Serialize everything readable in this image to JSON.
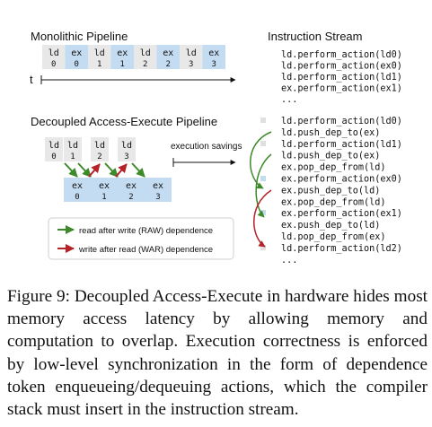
{
  "monolithic": {
    "title": "Monolithic Pipeline",
    "time_label": "t",
    "cells": [
      {
        "op": "ld",
        "idx": "0"
      },
      {
        "op": "ex",
        "idx": "0"
      },
      {
        "op": "ld",
        "idx": "1"
      },
      {
        "op": "ex",
        "idx": "1"
      },
      {
        "op": "ld",
        "idx": "2"
      },
      {
        "op": "ex",
        "idx": "2"
      },
      {
        "op": "ld",
        "idx": "3"
      },
      {
        "op": "ex",
        "idx": "3"
      }
    ]
  },
  "decoupled": {
    "title": "Decoupled Access-Execute Pipeline",
    "savings_label": "execution savings",
    "ld_cells": [
      {
        "op": "ld",
        "idx": "0"
      },
      {
        "op": "ld",
        "idx": "1"
      },
      {
        "op": "ld",
        "idx": "2"
      },
      {
        "op": "ld",
        "idx": "3"
      }
    ],
    "ex_cells": [
      {
        "op": "ex",
        "idx": "0"
      },
      {
        "op": "ex",
        "idx": "1"
      },
      {
        "op": "ex",
        "idx": "2"
      },
      {
        "op": "ex",
        "idx": "3"
      }
    ]
  },
  "legend": {
    "raw": "read after write (RAW) dependence",
    "war": "write after read (WAR) dependence"
  },
  "stream": {
    "title": "Instruction Stream",
    "top": [
      "ld.perform_action(ld0)",
      "ld.perform_action(ex0)",
      "ld.perform_action(ld1)",
      "ex.perform_action(ex1)",
      "..."
    ],
    "bottom": [
      "ld.perform_action(ld0)",
      "ld.push_dep_to(ex)",
      "ld.perform_action(ld1)",
      "ld.push_dep_to(ex)",
      "ex.pop_dep_from(ld)",
      "ex.perform_action(ex0)",
      "ex.push_dep_to(ld)",
      "ex.pop_dep_from(ld)",
      "ex.perform_action(ex1)",
      "ex.push_dep_to(ld)",
      "ld.pop_dep_from(ex)",
      "ld.perform_action(ld2)",
      "..."
    ]
  },
  "colors": {
    "ld_fill": "#e8e8e8",
    "ex_fill": "#c4dcf2",
    "raw_arrow": "#3d8a2a",
    "war_arrow": "#b52228"
  },
  "caption": "Figure 9: Decoupled Access-Execute in hardware hides most memory access latency by allowing memory and computation to overlap.  Execution correctness is enforced by low-level synchronization in the form of dependence token enqueueing/dequeuing actions, which the compiler stack must insert in the instruction stream."
}
